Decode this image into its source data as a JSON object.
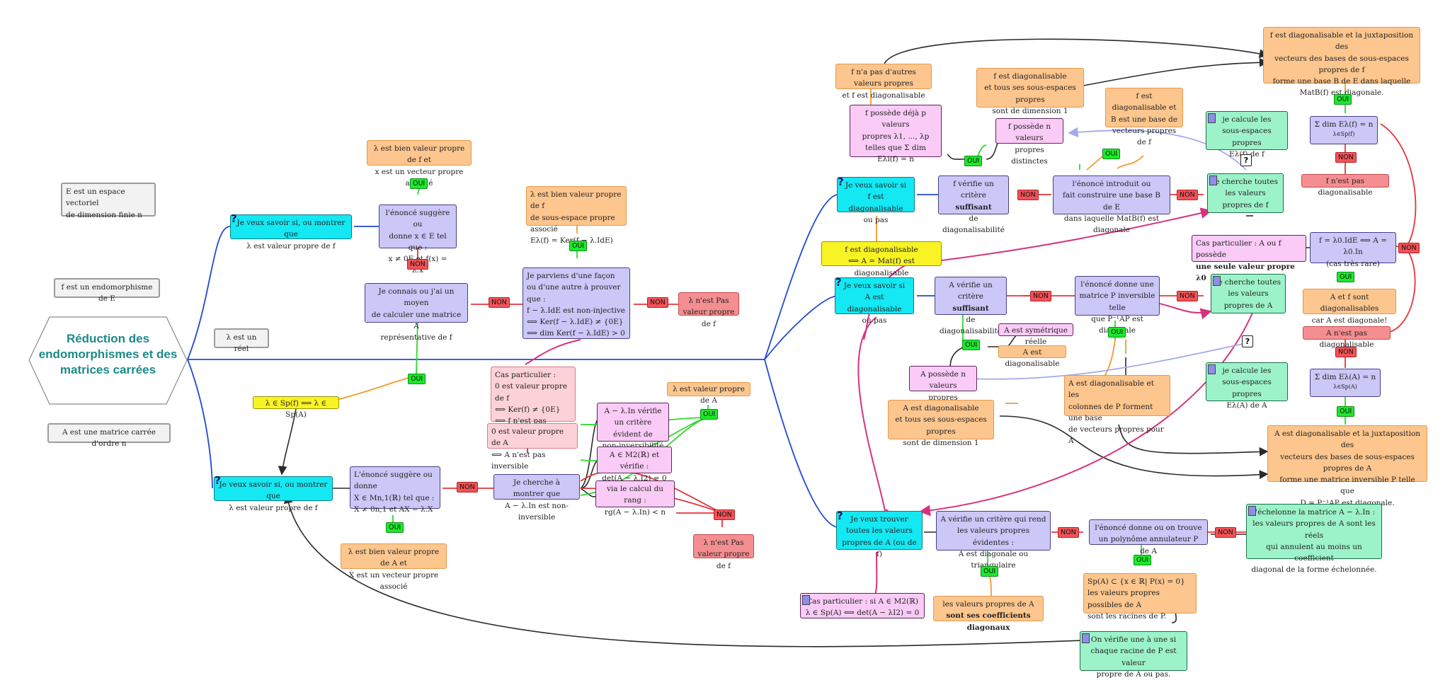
{
  "title": [
    "Réduction des",
    "endomorphismes",
    "et des",
    "matrices carrées"
  ],
  "context": {
    "e_space": [
      "E est un espace vectoriel",
      "de dimension finie n"
    ],
    "f_endo": "f est un endomorphisme de E",
    "lambda_real": "λ est un réel",
    "a_matrix": "A est une matrice carrée d'ordre n"
  },
  "labels": {
    "oui": "OUI",
    "non": "NON",
    "q": "?"
  },
  "left_top": {
    "question": [
      "Je veux savoir si, ou montrer que",
      "λ est valeur propre de f"
    ],
    "bien_vp": [
      "λ est bien valeur propre de f et",
      "x est un vecteur propre associé"
    ],
    "enonce": [
      "l'énoncé suggère ou",
      "donne x ∈ E tel que :",
      "x ≠ 0E et f(x) = λ.x"
    ],
    "connais": [
      "Je connais ou j'ai un moyen",
      "de calculer une matrice A",
      "représentative de f"
    ],
    "sep": [
      "λ est bien valeur propre de f",
      "de sous-espace propre associé",
      "Eλ(f) = Ker(f − λ.IdE)"
    ],
    "parviens": [
      "Je parviens d'une façon",
      "ou d'une autre à prouver que :",
      "f − λ.IdE est non-injective",
      "⟺ Ker(f − λ.IdE) ≠ {0E}",
      "⟺ dim Ker(f − λ.IdE) > 0"
    ],
    "pas_vp": [
      "λ n'est Pas",
      "valeur propre de f"
    ]
  },
  "middle": {
    "sp_equiv": "λ ∈ Sp(f) ⟺ λ ∈ Sp(A)",
    "cas_part": [
      "Cas particulier :",
      "0 est valeur propre de f",
      "⟺ Ker(f) ≠ {0E}",
      "⟺ f n'est pas injective"
    ],
    "zero_vp_a": [
      "0 est valeur propre de A",
      "⟺ A n'est pas inversible"
    ]
  },
  "left_bottom": {
    "question": [
      "Je veux savoir si, ou montrer que",
      "λ est valeur propre de f"
    ],
    "enonce": [
      "L'énoncé suggère ou donne",
      "X ∈ Mn,1(ℝ) tel que :",
      "X ≠ 0n,1 et AX = λ.X"
    ],
    "bien_vp": [
      "λ est bien valeur propre de A et",
      "X est un vecteur propre associé"
    ],
    "cherche": [
      "Je cherche à montrer que",
      "A − λ.In est non-inversible"
    ],
    "critere": [
      "A − λ.In vérifie",
      "un critère évident de",
      "non-inversibilité"
    ],
    "m2": [
      "A ∈ M2(ℝ) et vérifie :",
      "det(A − λ.I2) = 0"
    ],
    "rang": [
      "via le calcul du rang :",
      "rg(A − λ.In) < n"
    ],
    "vp_a": "λ est valeur propre de A",
    "pas_vp": [
      "λ n'est Pas",
      "valeur propre de f"
    ]
  },
  "right_top": {
    "question": [
      "Je veux savoir si",
      "f est diagonalisable",
      "ou pas"
    ],
    "critere": [
      "f vérifie un critère",
      "suffisant",
      "de diagonalisabilité"
    ],
    "enonce": [
      "l'énoncé introduit ou",
      "fait construire une base B de E",
      "dans laquelle MatB(f) est diagonale"
    ],
    "pas_autres": [
      "f n'a pas d'autres valeurs propres",
      "et f est diagonalisable"
    ],
    "possede_p": [
      "f possède déjà p valeurs",
      "propres λ1, ..., λp",
      "telles que Σ dim Eλi(f) = n"
    ],
    "possede_n": [
      "f possède n valeurs",
      "propres distinctes"
    ],
    "diag_dim1": [
      "f est diagonalisable",
      "et tous ses sous-espaces propres",
      "sont de dimension 1"
    ],
    "diag_base": [
      "f est diagonalisable et",
      "B est une base de",
      "vecteurs propres de f"
    ],
    "juxta": [
      "f est diagonalisable et la juxtaposition des",
      "vecteurs des bases de sous-espaces propres de f",
      "forme une base B de E dans laquelle",
      "MatB(f) est diagonale."
    ],
    "calcule": [
      "je calcule les",
      "sous-espaces propres",
      "Eλ(f) de f"
    ],
    "sum": [
      "Σ dim Eλ(f) = n",
      "λ∈Sp(f)"
    ],
    "cherche": [
      "je cherche toutes",
      "les valeurs",
      "propres de f"
    ],
    "pas_diag": "f n'est pas diagonalisable",
    "f_diag_mat": [
      "f est diagonalisable",
      "⟺ A = Mat(f) est diagonalisable"
    ],
    "cas_part": [
      "Cas particulier : A ou f possède",
      "une seule valeur propre λ0"
    ],
    "lambda0": [
      "f = λ0.IdE ⟺ A = λ0.In",
      "(cas très rare)"
    ],
    "non_diag": [
      "A et f sont diagonalisables",
      "car A est diagonale!"
    ]
  },
  "right_mid": {
    "question": [
      "Je veux savoir si",
      "A est diagonalisable",
      "ou pas"
    ],
    "critere": [
      "A vérifie un critère",
      "suffisant",
      "de diagonalisabilité"
    ],
    "enonce": [
      "l'énoncé donne une",
      "matrice P inversible telle",
      "que P⁻¹AP est diagonale"
    ],
    "sym": "A est symétrique réelle",
    "a_diag": "A est diagonalisable",
    "possede_n": [
      "A possède n valeurs",
      "propres distinctes"
    ],
    "diag_dim1": [
      "A est diagonalisable",
      "et tous ses sous-espaces propres",
      "sont de dimension 1"
    ],
    "diag_p": [
      "A est diagonalisable et les",
      "colonnes de P forment une base",
      "de vecteurs propres pour A"
    ],
    "cherche": [
      "je cherche toutes",
      "les valeurs",
      "propres de A"
    ],
    "calcule": [
      "je calcule les",
      "sous-espaces propres",
      "Eλ(A) de A"
    ],
    "sum": [
      "Σ dim Eλ(A) = n",
      "λ∈Sp(A)"
    ],
    "pas_diag": "A n'est pas diagonalisable",
    "juxta": [
      "A est diagonalisable et la juxtaposition des",
      "vecteurs des bases de sous-espaces propres de A",
      "forme une matrice inversible P telle que",
      "D = P⁻¹AP est diagonale."
    ]
  },
  "right_bottom": {
    "question": [
      "Je veux trouver",
      "toutes les valeurs",
      "propres de A (ou de f)"
    ],
    "critere": [
      "A vérifie un critère qui rend",
      "les valeurs propres évidentes :",
      "A est diagonale ou triangulaire"
    ],
    "annulateur": [
      "l'énoncé donne ou on trouve",
      "un polynôme annulateur P de A"
    ],
    "echelonne": [
      "j'échelonne la matrice A − λ.In :",
      "les valeurs propres de A sont les réels",
      "qui annulent au moins un coefficient",
      "diagonal de la forme échelonnée."
    ],
    "cas_part": [
      "Cas particulier : si A ∈ M2(ℝ)",
      "λ ∈ Sp(A) ⟺ det(A − λI2) = 0"
    ],
    "coeffs": [
      "les valeurs propres de A",
      "sont ses coefficients diagonaux"
    ],
    "sp_inclus": [
      "Sp(A) ⊂ {x ∈ ℝ| P(x) = 0}",
      "les valeurs propres possibles de A",
      "sont les racines de P."
    ],
    "verifie": [
      "On vérifie une à une si",
      "chaque racine de P est valeur",
      "propre de A ou pas."
    ]
  },
  "colors": {
    "blue_edge": "#1f49d6",
    "red_edge": "#e5343a",
    "green_edge": "#2fd82f",
    "orange_edge": "#f29a2a",
    "magenta_edge": "#d6327f",
    "lavender_edge": "#a3a9ea",
    "dark_edge": "#2a2a2a",
    "title": "#1c8a8a"
  }
}
